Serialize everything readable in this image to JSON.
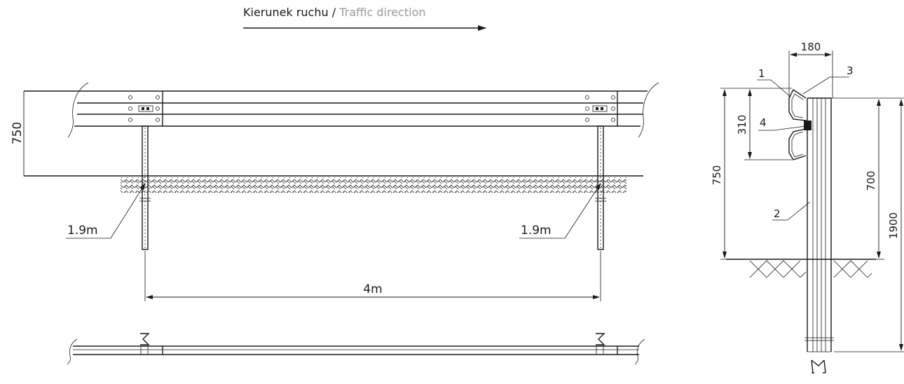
{
  "header": {
    "label_pl": "Kierunek ruchu",
    "separator": "/",
    "label_en": "Traffic direction"
  },
  "front_view": {
    "height_dim": "750",
    "post_depth_left": "1.9m",
    "post_depth_right": "1.9m",
    "post_spacing": "4m"
  },
  "section_view": {
    "width_dim": "180",
    "rail_height_dim": "310",
    "total_height_dim": "750",
    "post_height_dim": "700",
    "post_length_dim": "1900",
    "callouts": [
      "1",
      "2",
      "3",
      "4"
    ]
  },
  "colors": {
    "line": "#1a1a1a",
    "secondary_text": "#9a9a9a"
  }
}
